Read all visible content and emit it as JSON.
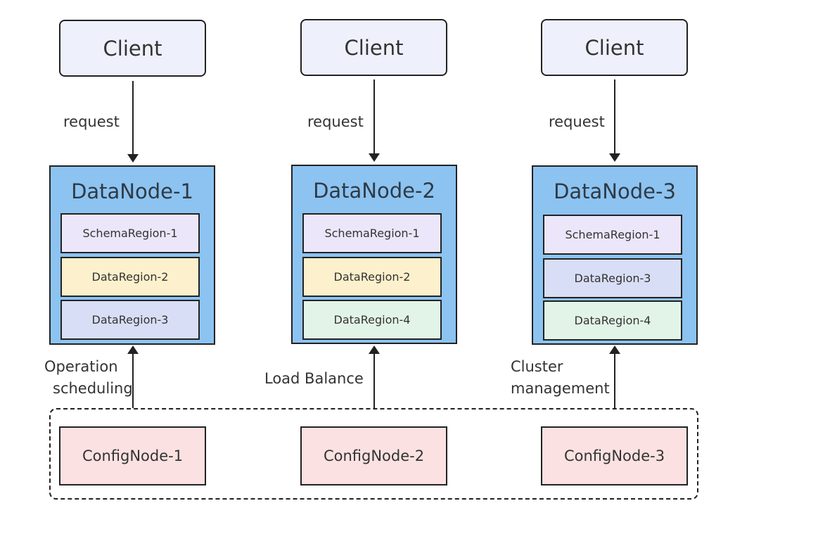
{
  "colors": {
    "client_fill": "#eef1fb",
    "datanode_fill": "#8cc3f1",
    "schema_region_fill": "#ece6fa",
    "dataregion_yellow_fill": "#fdf0cc",
    "dataregion_blue_fill": "#d8def5",
    "dataregion_green_fill": "#e2f4e7",
    "confignode_fill": "#fbe1e1",
    "stroke": "#222222"
  },
  "columns": [
    {
      "client": "Client",
      "request_label": "request",
      "datanode": {
        "title": "DataNode-1",
        "regions": [
          {
            "label": "SchemaRegion-1",
            "color": "#ece6fa"
          },
          {
            "label": "DataRegion-2",
            "color": "#fdf0cc"
          },
          {
            "label": "DataRegion-3",
            "color": "#d8def5"
          }
        ]
      },
      "function_label": [
        "Operation",
        "scheduling"
      ],
      "confignode": "ConfigNode-1"
    },
    {
      "client": "Client",
      "request_label": "request",
      "datanode": {
        "title": "DataNode-2",
        "regions": [
          {
            "label": "SchemaRegion-1",
            "color": "#ece6fa"
          },
          {
            "label": "DataRegion-2",
            "color": "#fdf0cc"
          },
          {
            "label": "DataRegion-4",
            "color": "#e2f4e7"
          }
        ]
      },
      "function_label": [
        "Load Balance"
      ],
      "confignode": "ConfigNode-2"
    },
    {
      "client": "Client",
      "request_label": "request",
      "datanode": {
        "title": "DataNode-3",
        "regions": [
          {
            "label": "SchemaRegion-1",
            "color": "#ece6fa"
          },
          {
            "label": "DataRegion-3",
            "color": "#d8def5"
          },
          {
            "label": "DataRegion-4",
            "color": "#e2f4e7"
          }
        ]
      },
      "function_label": [
        "Cluster",
        "management"
      ],
      "confignode": "ConfigNode-3"
    }
  ]
}
